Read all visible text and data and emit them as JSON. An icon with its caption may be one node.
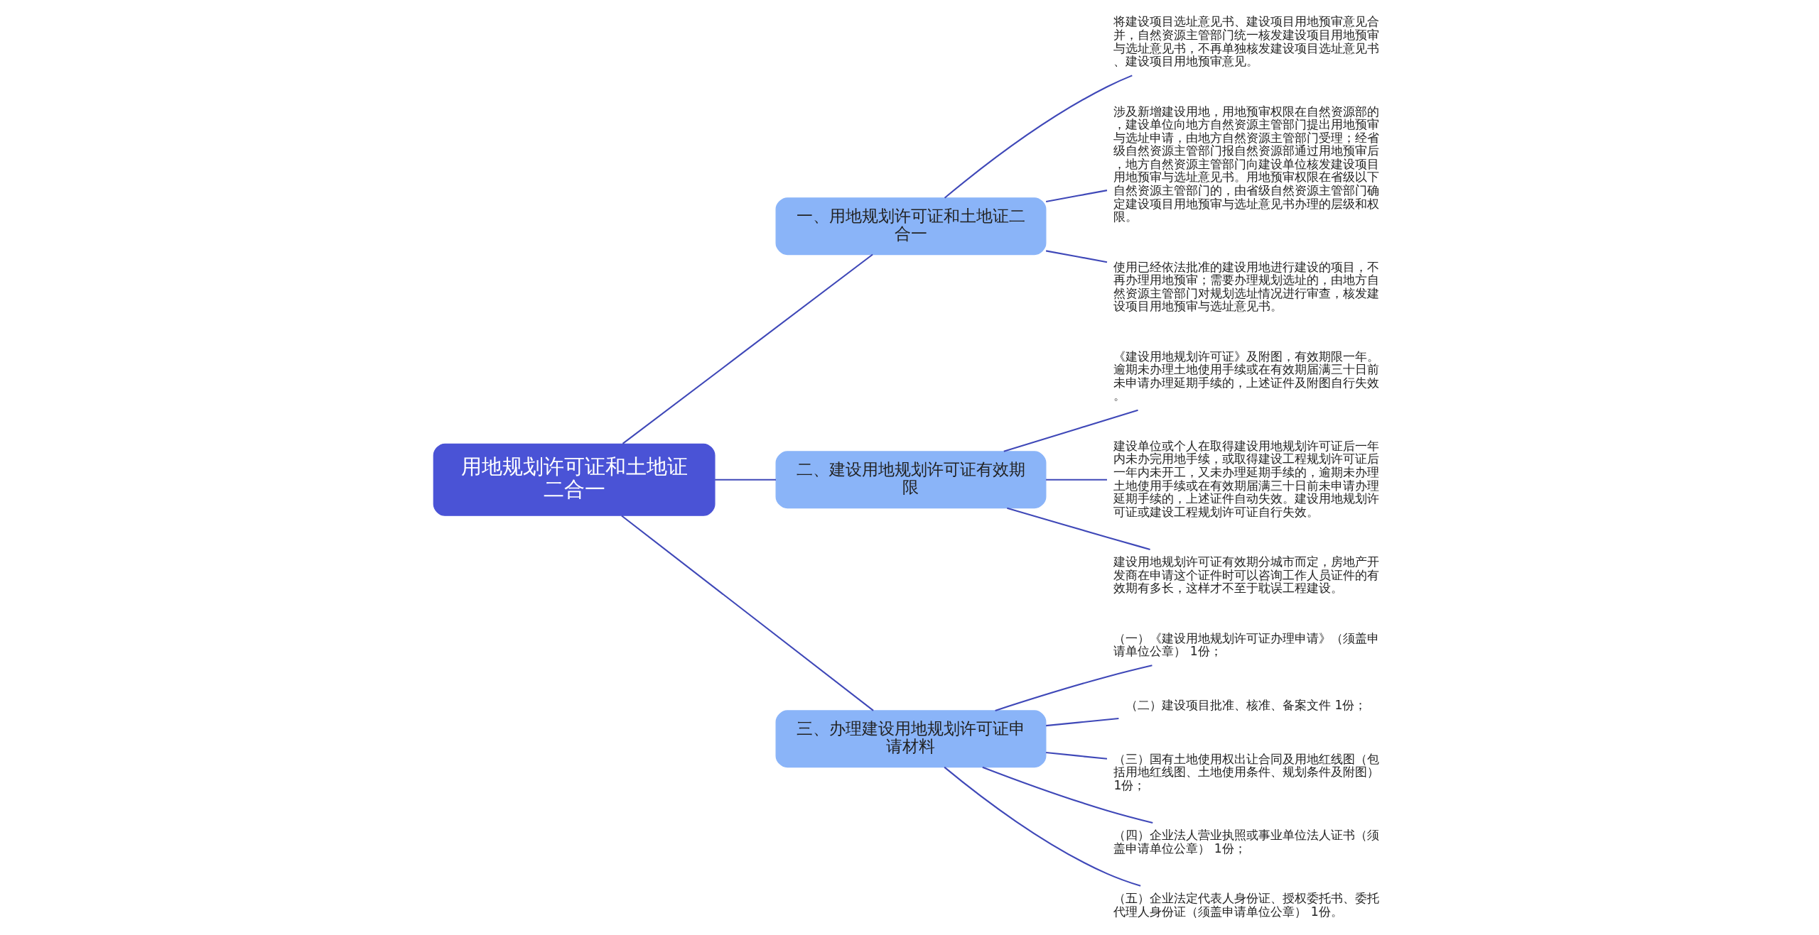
{
  "diagram": {
    "nodes": [
      {
        "text": [
          "用地规划许可证和土地证二合一"
        ]
      },
      {
        "text": [
          "一、用地规划许可证和土地证二合一"
        ]
      },
      {
        "text": [
          "将建设项目选址意见书、建设项目用地预审意见合并，自然资源主管部门统一核发建设项目用地预审与选址意见书，不再单独核发建设项目选址意见书、建设项目用地预审意见。"
        ]
      },
      {
        "text": [
          "涉及新增建设用地，用地预审权限在自然资源部的，建设单位向地方自然资源主管部门提出用地预审与选址申请，由地方自然资源主管部门受理；经省级自然资源主管部门报自然资源部通过用地预审后，地方自然资源主管部门向建设单位核发建设项目用地预审与选址意见书。用地预审权限在省级以下自然资源主管部门的，由省级自然资源主管部门确定建设项目用地预审与选址意见书办理的层级和权限。"
        ]
      },
      {
        "text": [
          "使用已经依法批准的建设用地进行建设的项目，不再办理用地预审；需要办理规划选址的，由地方自然资源主管部门对规划选址情况进行审查，核发建设项目用地预审与选址意见书。"
        ]
      },
      {
        "text": [
          "二、建设用地规划许可证有效期限"
        ]
      },
      {
        "text": [
          "《建设用地规划许可证》及附图，有效期限一年。逾期未办理土地使用手续或在有效期届满三十日前未申请办理延期手续的，上述证件及附图自行失效。"
        ]
      },
      {
        "text": [
          "建设单位或个人在取得建设用地规划许可证后一年内未办完用地手续，或取得建设工程规划许可证后一年内未开工，又未办理延期手续的，逾期未办理土地使用手续或在有效期届满三十日前未申请办理延期手续的，上述证件自动失效。建设用地规划许可证或建设工程规划许可证自行失效。"
        ]
      },
      {
        "text": [
          "建设用地规划许可证有效期分城市而定，房地产开发商在申请这个证件时可以咨询工作人员证件的有效期有多长，这样才不至于耽误工程建设。"
        ]
      },
      {
        "text": [
          "三、办理建设用地规划许可证申请材料"
        ]
      },
      {
        "text": [
          "（一）《建设用地规划许可证办理申请》（须盖申请单位公章） 1份；"
        ]
      },
      {
        "text": [
          "（二）建设项目批准、核准、备案文件 1份；"
        ]
      },
      {
        "text": [
          "（三）国有土地使用权出让合同及用地红线图（包括用地红线图、土地使用条件、规划条件及附图） 1份；"
        ]
      },
      {
        "text": [
          "（四）企业法人营业执照或事业单位法人证书（须盖申请单位公章） 1份；"
        ]
      },
      {
        "text": [
          "（五）企业法定代表人身份证、授权委托书、委托代理人身份证（须盖申请单位公章） 1份。"
        ]
      }
    ],
    "edges": [
      {
        "from": 0,
        "to": 1,
        "arrow": "none"
      },
      {
        "from": 1,
        "to": 2,
        "arrow": "none"
      },
      {
        "from": 1,
        "to": 3,
        "arrow": "none"
      },
      {
        "from": 1,
        "to": 4,
        "arrow": "none"
      },
      {
        "from": 0,
        "to": 5,
        "arrow": "none"
      },
      {
        "from": 5,
        "to": 6,
        "arrow": "none"
      },
      {
        "from": 5,
        "to": 7,
        "arrow": "none"
      },
      {
        "from": 5,
        "to": 8,
        "arrow": "none"
      },
      {
        "from": 0,
        "to": 9,
        "arrow": "none"
      },
      {
        "from": 9,
        "to": 10,
        "arrow": "none"
      },
      {
        "from": 9,
        "to": 11,
        "arrow": "none"
      },
      {
        "from": 9,
        "to": 12,
        "arrow": "none"
      },
      {
        "from": 9,
        "to": 13,
        "arrow": "none"
      },
      {
        "from": 9,
        "to": 14,
        "arrow": "none"
      }
    ]
  }
}
